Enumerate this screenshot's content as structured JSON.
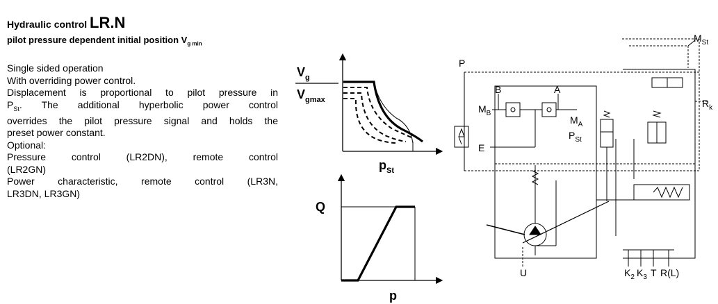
{
  "heading": {
    "prefix": "Hydraulic control ",
    "code": "LR.N",
    "subtitle_main": "pilot pressure dependent initial position V",
    "subtitle_sub": "g min"
  },
  "description": {
    "line_1": "Single sided operation",
    "line_2": "With overriding power control.",
    "line_3a": "Displacement is proportional to pilot pressure in",
    "line_3b_main": "P",
    "line_3b_sub": "St",
    "line_3b_rest": ". The additional hyperbolic power control",
    "line_3c": "overrides the pilot pressure signal and holds the",
    "line_3d": "preset power constant.",
    "optional": "Optional:",
    "opt_1a": "Pressure control (LR2DN), remote control",
    "opt_1b": "(LR2GN)",
    "opt_2a": "Power characteristic, remote control (LR3N,",
    "opt_2b": "LR3DN, LR3GN)"
  },
  "graph_top": {
    "y_num_main": "V",
    "y_num_sub": "g",
    "y_den_main": "V",
    "y_den_sub": "gmax",
    "x_main": "p",
    "x_sub": "St"
  },
  "graph_bottom": {
    "y": "Q",
    "x": "p"
  },
  "schematic": {
    "port_p": "P",
    "port_mb": "M",
    "port_mb_sub": "B",
    "port_b": "B",
    "port_a": "A",
    "port_ma": "M",
    "port_ma_sub": "A",
    "port_pst": "P",
    "port_pst_sub": "St",
    "port_e": "E",
    "port_mst": "M",
    "port_mst_sub": "St",
    "port_rk": "R",
    "port_rk_sub": "k",
    "port_u": "U",
    "port_k": "K",
    "port_k2_sub": "2",
    "port_k3_sub": "3",
    "port_t": "T",
    "port_rl": "R(L)"
  }
}
